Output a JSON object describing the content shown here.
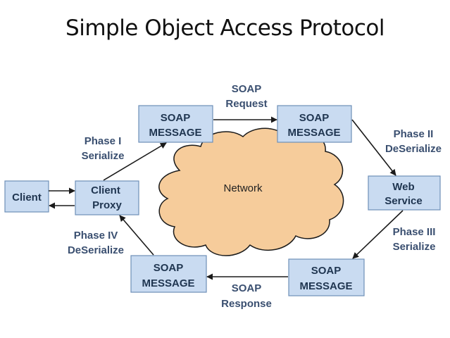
{
  "title": "Simple Object Access Protocol",
  "colors": {
    "box_fill": "#c9dbf1",
    "box_stroke": "#6f8fb8",
    "cloud_fill": "#f6cc9b",
    "cloud_stroke": "#1a1a1a",
    "arrow": "#1a1a1a"
  },
  "nodes": {
    "client": [
      "Client"
    ],
    "client_proxy": [
      "Client",
      "Proxy"
    ],
    "soap_top_left": [
      "SOAP",
      "MESSAGE"
    ],
    "soap_top_right": [
      "SOAP",
      "MESSAGE"
    ],
    "web_service": [
      "Web",
      "Service"
    ],
    "soap_bottom_right": [
      "SOAP",
      "MESSAGE"
    ],
    "soap_bottom_left": [
      "SOAP",
      "MESSAGE"
    ]
  },
  "network_label": "Network",
  "labels": {
    "soap_request": [
      "SOAP",
      "Request"
    ],
    "soap_response": [
      "SOAP",
      "Response"
    ],
    "phase1": [
      "Phase I",
      "Serialize"
    ],
    "phase2": [
      "Phase II",
      "DeSerialize"
    ],
    "phase3": [
      "Phase III",
      "Serialize"
    ],
    "phase4": [
      "Phase IV",
      "DeSerialize"
    ]
  }
}
